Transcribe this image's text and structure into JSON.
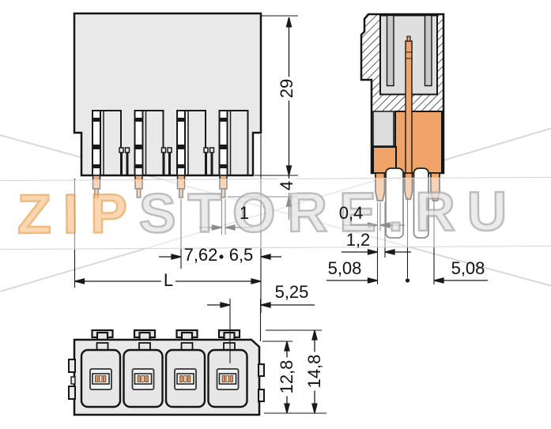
{
  "watermark": {
    "zip": "ZIP",
    "store": "STORE.RU",
    "zip_color": "#f9c995",
    "store_color": "#e4e4e4"
  },
  "dims": {
    "front_height": "29",
    "pin_protrusion": "4",
    "pin_tip_width": "1",
    "pin_pitch": "7,62",
    "last_pin_to_edge": "6,5",
    "total_length": "L",
    "blade_thickness": "0,4",
    "blade_width": "1,2",
    "side_pin_left": "5,08",
    "side_pin_right": "5,08",
    "pin_to_edge_bottom": "5,25",
    "body_depth": "12,8",
    "overall_depth": "14,8"
  },
  "colors": {
    "body_gray": "#e9e9e9",
    "copper": "#f1a469",
    "outline": "#151515"
  }
}
